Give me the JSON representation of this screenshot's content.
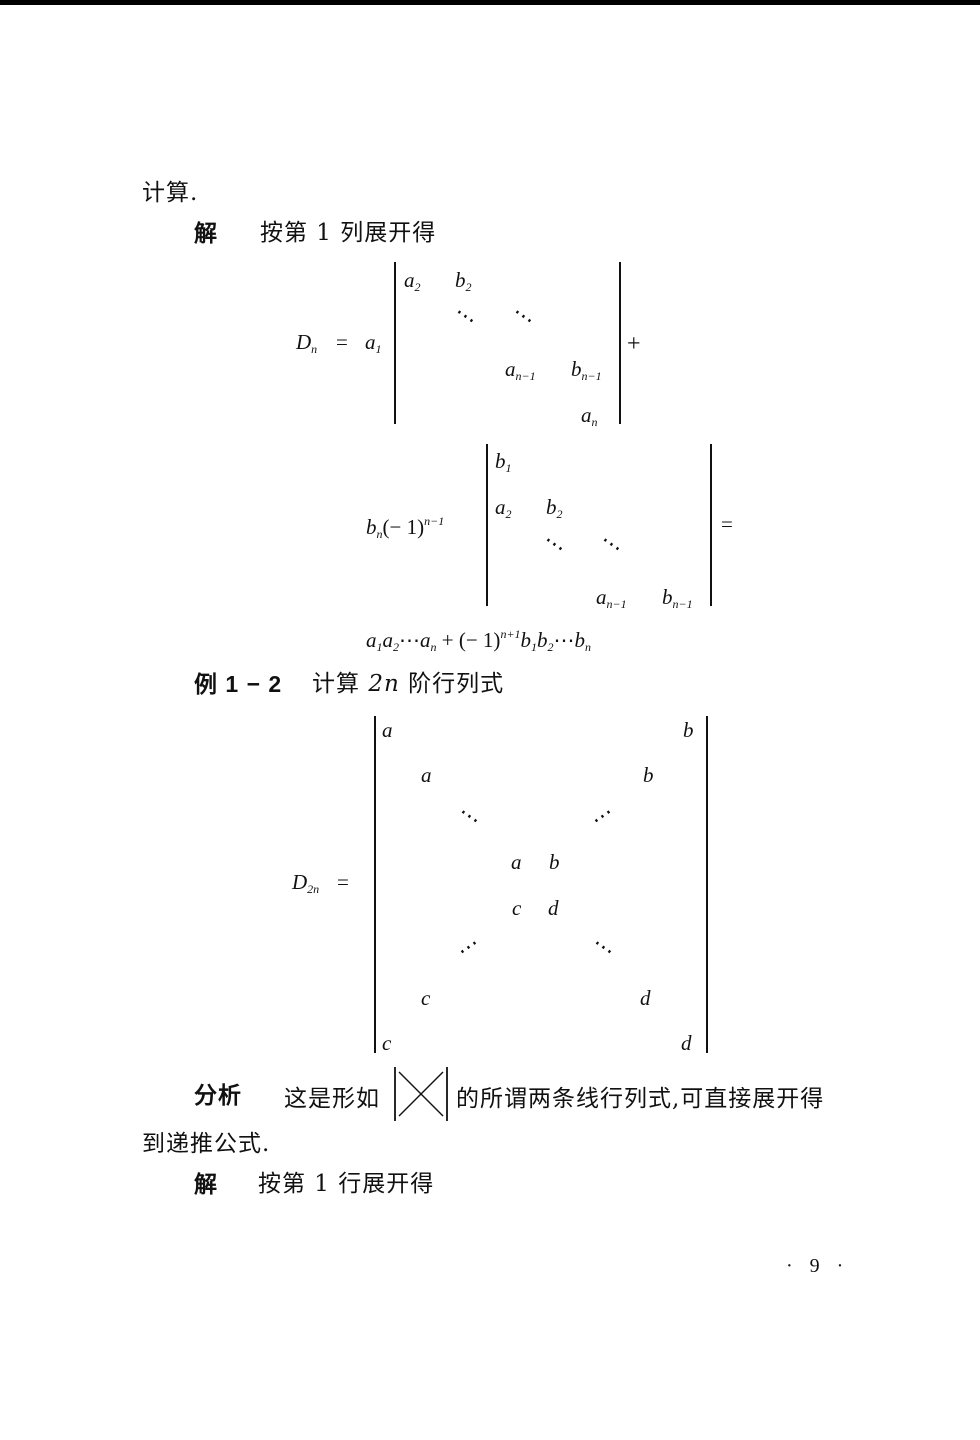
{
  "intro_text": "计算.",
  "solution1": {
    "label": "解",
    "text": "按第 1 列展开得"
  },
  "eq1": {
    "lhs": "D",
    "lhs_sub": "n",
    "equals": "=",
    "coef": "a",
    "coef_sub": "1",
    "plus": "+",
    "matrix": {
      "r1_a": "a",
      "r1_a_sub": "2",
      "r1_b": "b",
      "r1_b_sub": "2",
      "r3_a": "a",
      "r3_a_sub": "n−1",
      "r3_b": "b",
      "r3_b_sub": "n−1",
      "r4_a": "a",
      "r4_a_sub": "n"
    }
  },
  "eq2": {
    "coef_b": "b",
    "coef_b_sub": "n",
    "coef_paren": "(− 1)",
    "coef_exp": "n−1",
    "equals": "=",
    "matrix": {
      "r1_b": "b",
      "r1_b_sub": "1",
      "r2_a": "a",
      "r2_a_sub": "2",
      "r2_b": "b",
      "r2_b_sub": "2",
      "r4_a": "a",
      "r4_a_sub": "n−1",
      "r4_b": "b",
      "r4_b_sub": "n−1"
    }
  },
  "eq3": {
    "a1": "a",
    "a1_sub": "1",
    "a2": "a",
    "a2_sub": "2",
    "cdots1": "⋯",
    "an": "a",
    "an_sub": "n",
    "plus": "+",
    "paren": "(− 1)",
    "exp": "n+1",
    "b1": "b",
    "b1_sub": "1",
    "b2": "b",
    "b2_sub": "2",
    "cdots2": "⋯",
    "bn": "b",
    "bn_sub": "n"
  },
  "example": {
    "label": "例 1 − 2",
    "text_pre": "计算 ",
    "var": "2n",
    "text_post": " 阶行列式"
  },
  "eq4": {
    "lhs": "D",
    "lhs_sub": "2n",
    "equals": "=",
    "matrix": {
      "a": "a",
      "b": "b",
      "c": "c",
      "d": "d"
    }
  },
  "analysis": {
    "label": "分析",
    "pre": "这是形如",
    "post": "的所谓两条线行列式,可直接展开得",
    "cont": "到递推公式."
  },
  "solution2": {
    "label": "解",
    "text": "按第 1 行展开得"
  },
  "page_number": "· 9 ·"
}
